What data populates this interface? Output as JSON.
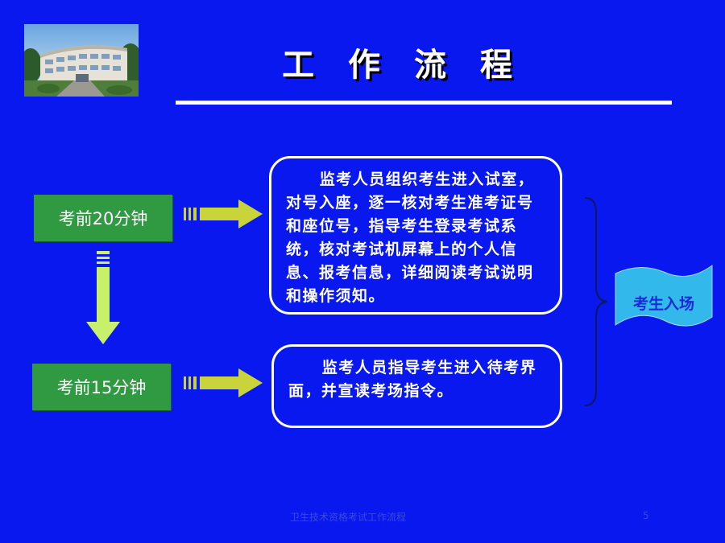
{
  "slide": {
    "title": "工 作 流 程",
    "footer": "卫生技术资格考试工作流程",
    "page_number": "5"
  },
  "steps": [
    {
      "time": "考前20分钟",
      "description": "监考人员组织考生进入试室，对号入座，逐一核对考生准考证号和座位号，指导考生登录考试系统，核对考试机屏幕上的个人信息、报考信息，详细阅读考试说明和操作须知。"
    },
    {
      "time": "考前15分钟",
      "description": "监考人员指导考生进入待考界面，并宣读考场指令。"
    }
  ],
  "result": {
    "label": "考生入场"
  },
  "colors": {
    "background": "#0a18f0",
    "time_box": "#2f9a42",
    "arrow": "#c8d43a",
    "down_arrow": "#c8f06a",
    "flag": "#33b8ec"
  }
}
